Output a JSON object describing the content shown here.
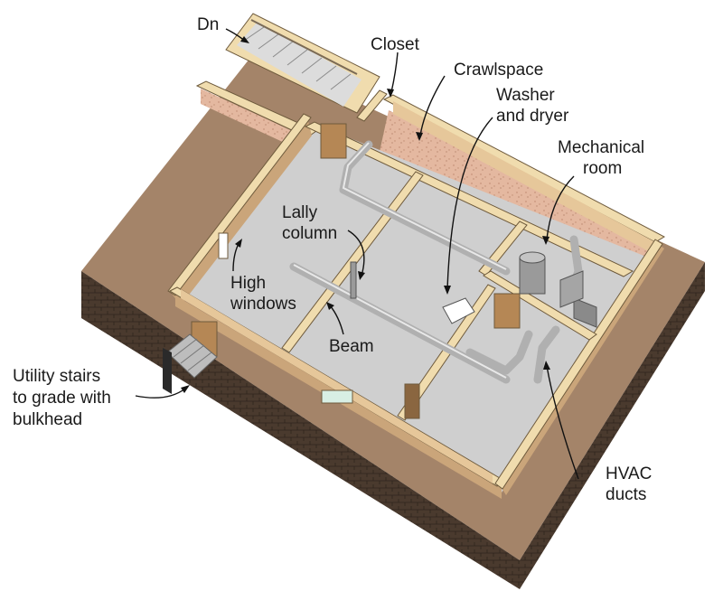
{
  "labels": {
    "dn": "Dn",
    "closet": "Closet",
    "crawlspace": "Crawlspace",
    "washer_1": "Washer",
    "washer_2": "and dryer",
    "mechanical_1": "Mechanical",
    "mechanical_2": "room",
    "lally_1": "Lally",
    "lally_2": "column",
    "high_1": "High",
    "high_2": "windows",
    "beam": "Beam",
    "utility_1": "Utility stairs",
    "utility_2": "to grade with",
    "utility_3": "bulkhead",
    "hvac_1": "HVAC",
    "hvac_2": "ducts"
  },
  "colors": {
    "ground": "#a48469",
    "foundation": "#4a3a2e",
    "wall_top": "#f0dcae",
    "wall_face": "#e6c79a",
    "wall_shade": "#caa57a",
    "floor": "#cfcfcf",
    "crawlspace": "#e4b8a0",
    "duct": "#b8b8b8",
    "door": "#b58755"
  }
}
